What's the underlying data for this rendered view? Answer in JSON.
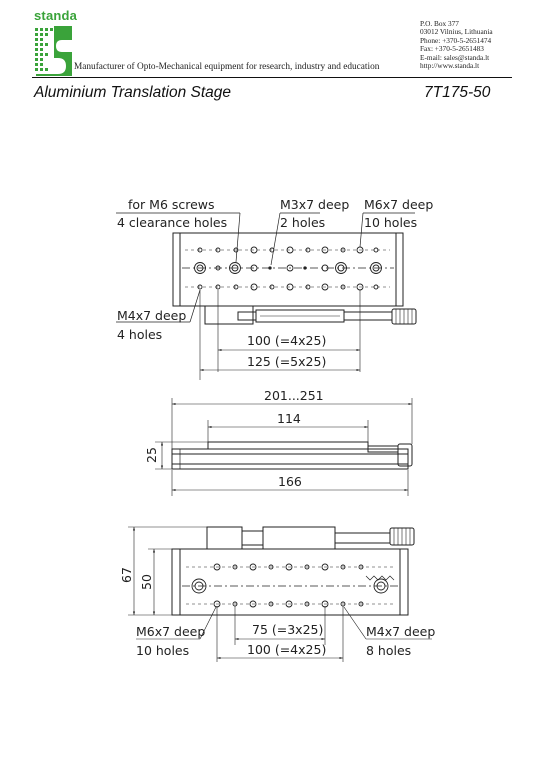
{
  "header": {
    "brand": "standa",
    "tagline": "Manufacturer of Opto-Mechanical equipment for research, industry and education",
    "contact": [
      "P.O. Box 377",
      "03012 Vilnius, Lithuania",
      "Phone: +370-5-2651474",
      "Fax: +370-5-2651483",
      "E-mail: sales@standa.lt",
      "http://www.standa.lt"
    ],
    "colors": {
      "brand_green": "#3aa33a"
    }
  },
  "product": {
    "title": "Aluminium Translation Stage",
    "code": "7T175-50"
  },
  "drawing1": {
    "label_m6_screws": "for M6 screws",
    "label_m6_clearance": "4 clearance holes",
    "label_m3_deep": "M3x7 deep",
    "label_m3_holes": "2 holes",
    "label_m6_deep": "M6x7 deep",
    "label_m6_holes": "10 holes",
    "label_m4_deep": "M4x7 deep",
    "label_m4_holes": "4 holes",
    "dim_100": "100 (=4x25)",
    "dim_125": "125 (=5x25)"
  },
  "drawing2": {
    "dim_range": "201...251",
    "dim_114": "114",
    "dim_25": "25",
    "dim_166": "166"
  },
  "drawing3": {
    "dim_67": "67",
    "dim_50": "50",
    "label_m6_deep": "M6x7 deep",
    "label_m6_holes": "10 holes",
    "label_m4_deep": "M4x7 deep",
    "label_m4_holes": "8 holes",
    "dim_75": "75 (=3x25)",
    "dim_100": "100 (=4x25)"
  }
}
